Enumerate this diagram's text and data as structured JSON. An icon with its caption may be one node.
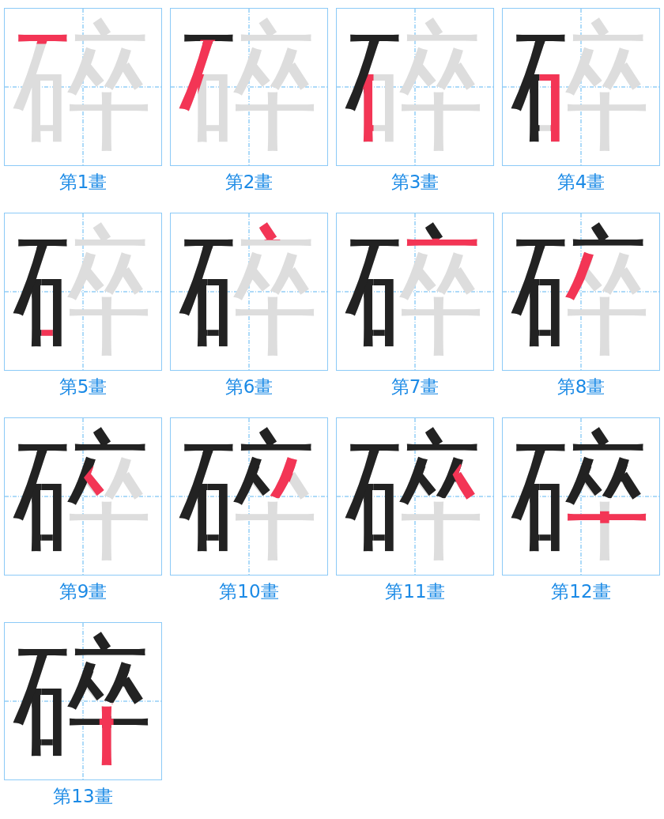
{
  "diagram": {
    "nodes": [
      {
        "text": [
          "碎"
        ],
        "beside": [
          "第1畫"
        ]
      },
      {
        "text": [
          "碎"
        ],
        "beside": [
          "第2畫"
        ]
      },
      {
        "text": [
          "碎"
        ],
        "beside": [
          "第3畫"
        ]
      },
      {
        "text": [
          "碎"
        ],
        "beside": [
          "第4畫"
        ]
      },
      {
        "text": [
          "碎"
        ],
        "beside": [
          "第5畫"
        ]
      },
      {
        "text": [
          "碎"
        ],
        "beside": [
          "第6畫"
        ]
      },
      {
        "text": [
          "碎"
        ],
        "beside": [
          "第7畫"
        ]
      },
      {
        "text": [
          "碎"
        ],
        "beside": [
          "第8畫"
        ]
      },
      {
        "text": [
          "碎"
        ],
        "beside": [
          "第9畫"
        ]
      },
      {
        "text": [
          "碎"
        ],
        "beside": [
          "第10畫"
        ]
      },
      {
        "text": [
          "碎"
        ],
        "beside": [
          "第11畫"
        ]
      },
      {
        "text": [
          "碎"
        ],
        "beside": [
          "第12畫"
        ]
      },
      {
        "text": [
          "碎"
        ],
        "beside": [
          "第13畫"
        ]
      }
    ]
  }
}
